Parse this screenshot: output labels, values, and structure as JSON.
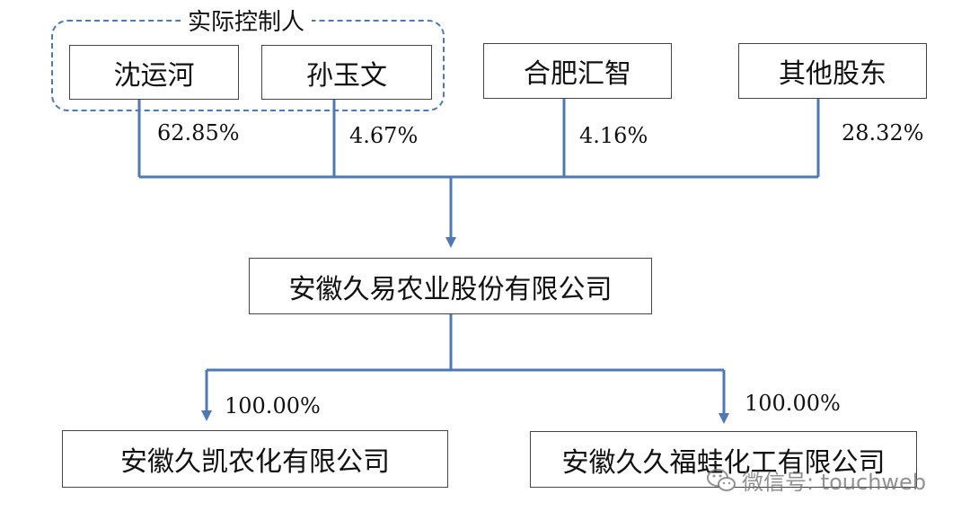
{
  "group": {
    "label": "实际控制人"
  },
  "shareholders": [
    {
      "name": "沈运河",
      "percent": "62.85%"
    },
    {
      "name": "孙玉文",
      "percent": "4.67%"
    },
    {
      "name": "合肥汇智",
      "percent": "4.16%"
    },
    {
      "name": "其他股东",
      "percent": "28.32%"
    }
  ],
  "company": {
    "name": "安徽久易农业股份有限公司"
  },
  "subsidiaries": [
    {
      "name": "安徽久凯农化有限公司",
      "percent": "100.00%"
    },
    {
      "name": "安徽久久福蛙化工有限公司",
      "percent": "100.00%"
    }
  ],
  "colors": {
    "connector": "#4f79b0",
    "border": "#444444"
  },
  "watermark": {
    "text": "微信号: touchweb",
    "icon": "wechat-icon"
  }
}
